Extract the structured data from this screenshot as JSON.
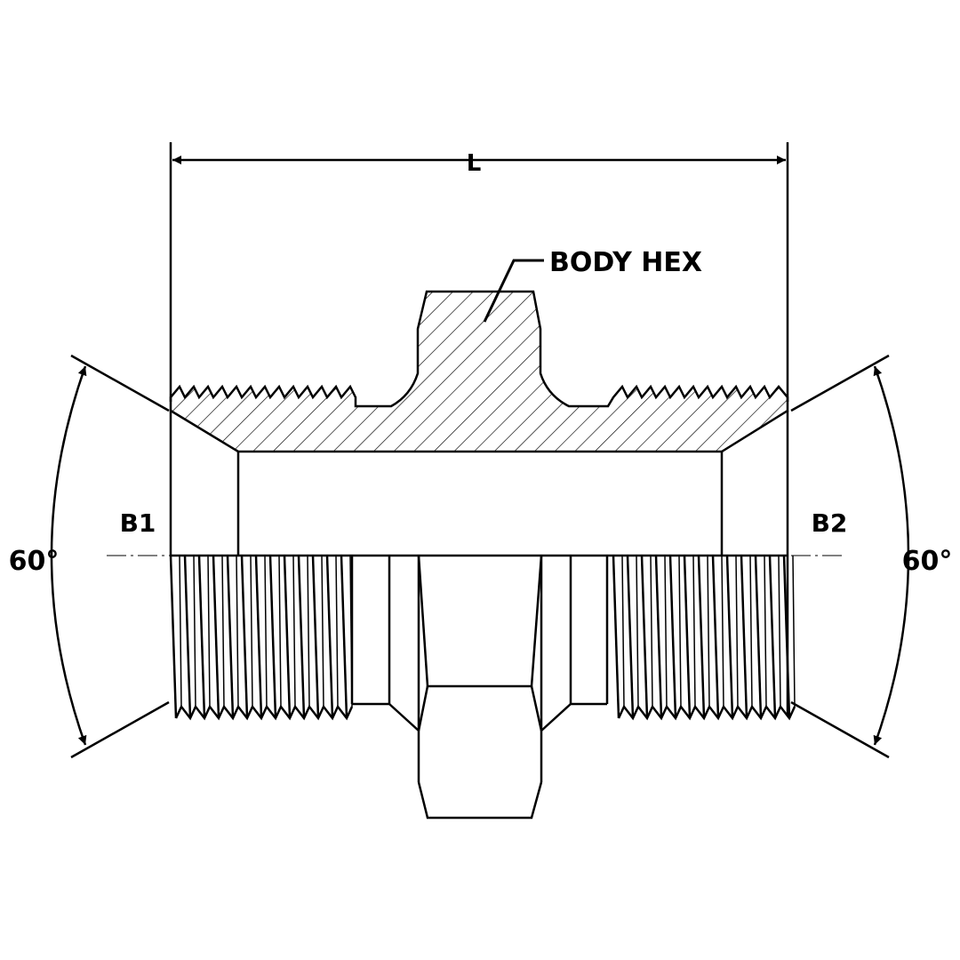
{
  "dimension": {
    "length_label": "L"
  },
  "callout": {
    "body_hex": "BODY HEX"
  },
  "ports": {
    "left": "B1",
    "right": "B2"
  },
  "angles": {
    "left": "60°",
    "right": "60°"
  },
  "colors": {
    "line": "#000000",
    "background": "#ffffff"
  }
}
